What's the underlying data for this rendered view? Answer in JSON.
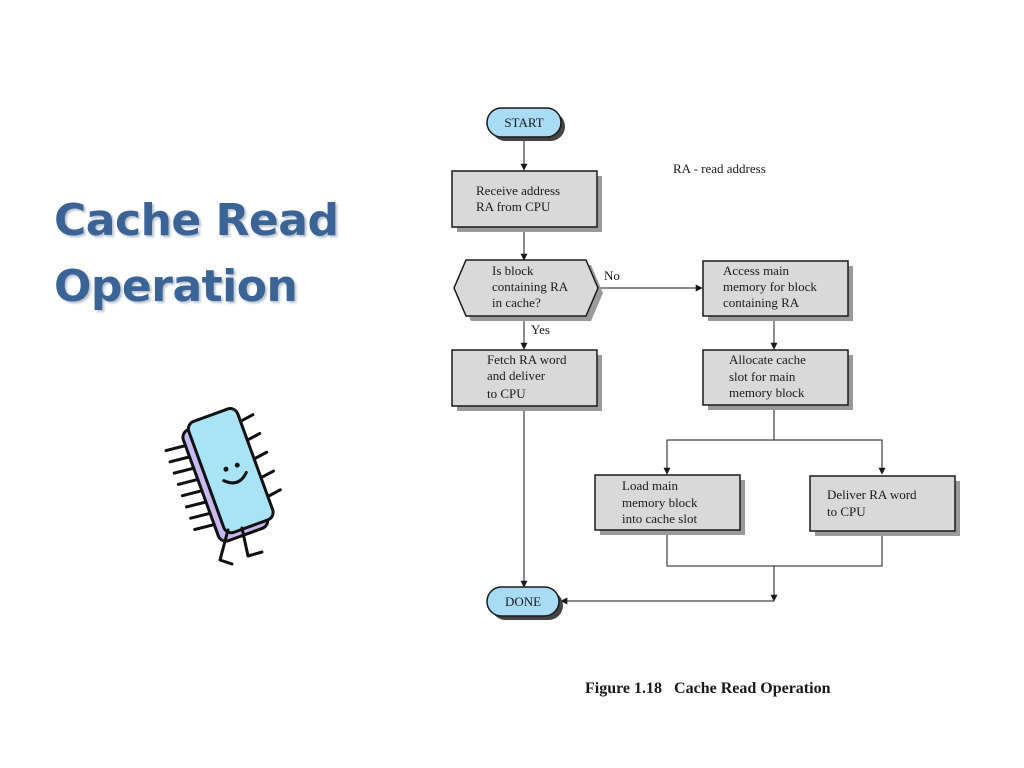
{
  "title": {
    "line1": "Cache Read",
    "line2": "Operation"
  },
  "legend_note": "RA - read address",
  "caption": "Figure 1.18   Cache Read Operation",
  "nodes": {
    "start": "START",
    "receive": [
      "Receive address",
      "RA from CPU"
    ],
    "decision": [
      "Is block",
      "containing RA",
      "in cache?"
    ],
    "access": [
      "Access main",
      "memory for block",
      "containing RA"
    ],
    "fetch": [
      "Fetch RA word",
      "and deliver",
      "to CPU"
    ],
    "allocate": [
      "Allocate cache",
      "slot for main",
      "memory block"
    ],
    "load": [
      "Load main",
      "memory block",
      "into cache slot"
    ],
    "deliver": [
      "Deliver RA word",
      "to CPU"
    ],
    "done": "DONE"
  },
  "edge_labels": {
    "no": "No",
    "yes": "Yes"
  },
  "colors": {
    "title": "#3a6396",
    "terminal_fill": "#a8dcf4",
    "box_fill": "#d9d9d9",
    "shadow": "#9a9a9a"
  },
  "icons": {
    "mascot": "smiling-chip-icon"
  }
}
